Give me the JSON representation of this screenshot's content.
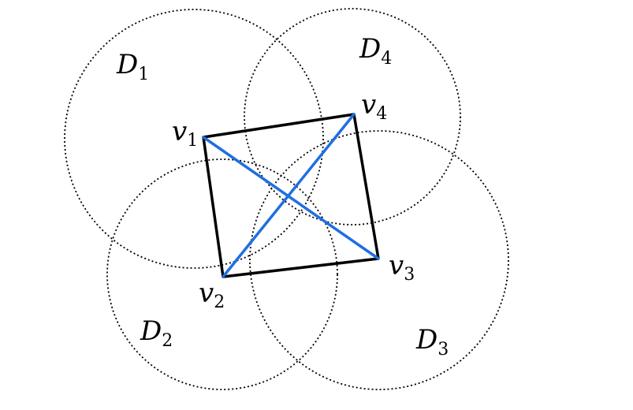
{
  "diagram": {
    "disks": [
      {
        "id": "D1",
        "name": "D",
        "index": "1"
      },
      {
        "id": "D2",
        "name": "D",
        "index": "2"
      },
      {
        "id": "D3",
        "name": "D",
        "index": "3"
      },
      {
        "id": "D4",
        "name": "D",
        "index": "4"
      }
    ],
    "vertices": [
      {
        "id": "v1",
        "name": "v",
        "index": "1"
      },
      {
        "id": "v2",
        "name": "v",
        "index": "2"
      },
      {
        "id": "v3",
        "name": "v",
        "index": "3"
      },
      {
        "id": "v4",
        "name": "v",
        "index": "4"
      }
    ],
    "square_edges": [
      [
        "v1",
        "v4"
      ],
      [
        "v4",
        "v3"
      ],
      [
        "v3",
        "v2"
      ],
      [
        "v2",
        "v1"
      ]
    ],
    "diagonals": [
      [
        "v1",
        "v3"
      ],
      [
        "v2",
        "v4"
      ]
    ],
    "colors": {
      "square_edge": "#000000",
      "diagonal": "#1f6fe0",
      "disk_outline": "#000000"
    }
  }
}
